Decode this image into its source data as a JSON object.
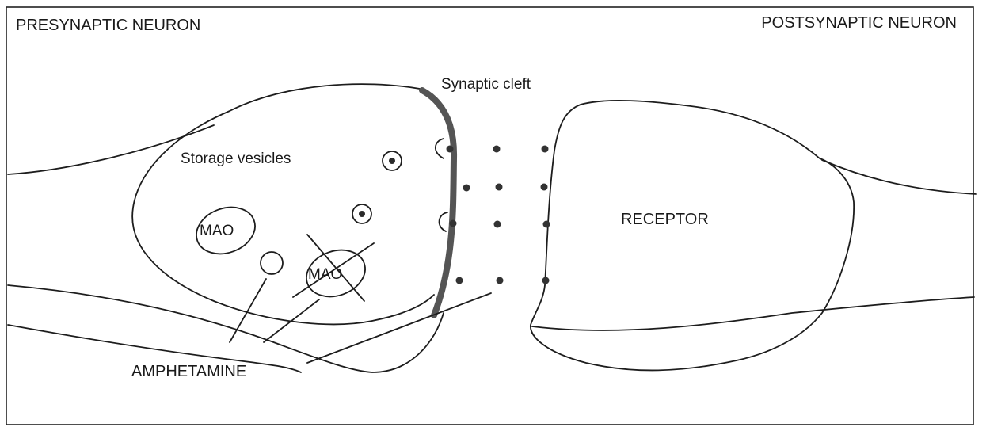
{
  "labels": {
    "presynaptic": "PRESYNAPTIC NEURON",
    "postsynaptic": "POSTSYNAPTIC NEURON",
    "synaptic_cleft": "Synaptic cleft",
    "storage_vesicles": "Storage vesicles",
    "mao_1": "MAO",
    "mao_2": "MAO",
    "receptor": "RECEPTOR",
    "amphetamine": "AMPHETAMINE"
  },
  "colors": {
    "ink": "#1d1d1d",
    "membrane": "#555555",
    "background": "#ffffff"
  }
}
